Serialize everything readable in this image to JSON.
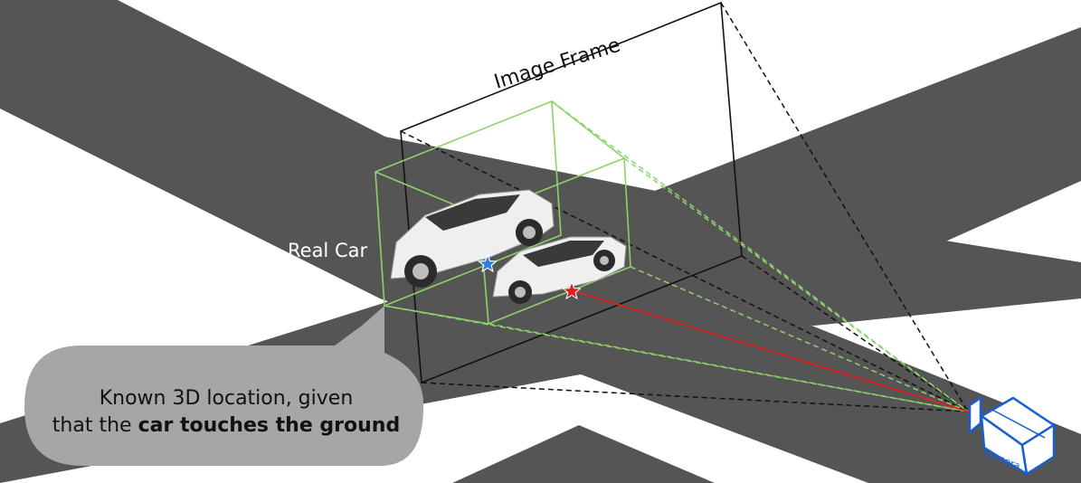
{
  "labels": {
    "image_frame": "Image Frame",
    "real_car": "Real Car",
    "camera": "Camera"
  },
  "callout": {
    "line1": "Known 3D location, given",
    "line2_prefix": "that the ",
    "line2_bold": "car touches the ground"
  },
  "colors": {
    "road": "#555555",
    "box": "#8fd16b",
    "ray_red": "#e02020",
    "ray_black": "#111111",
    "star_blue": "#2a7de1",
    "star_red": "#e02020",
    "camera": "#1a5fd0",
    "bubble": "#a6a6a6"
  },
  "icons": [
    "blue-star-icon",
    "red-star-icon",
    "camera-icon",
    "car-icon"
  ]
}
